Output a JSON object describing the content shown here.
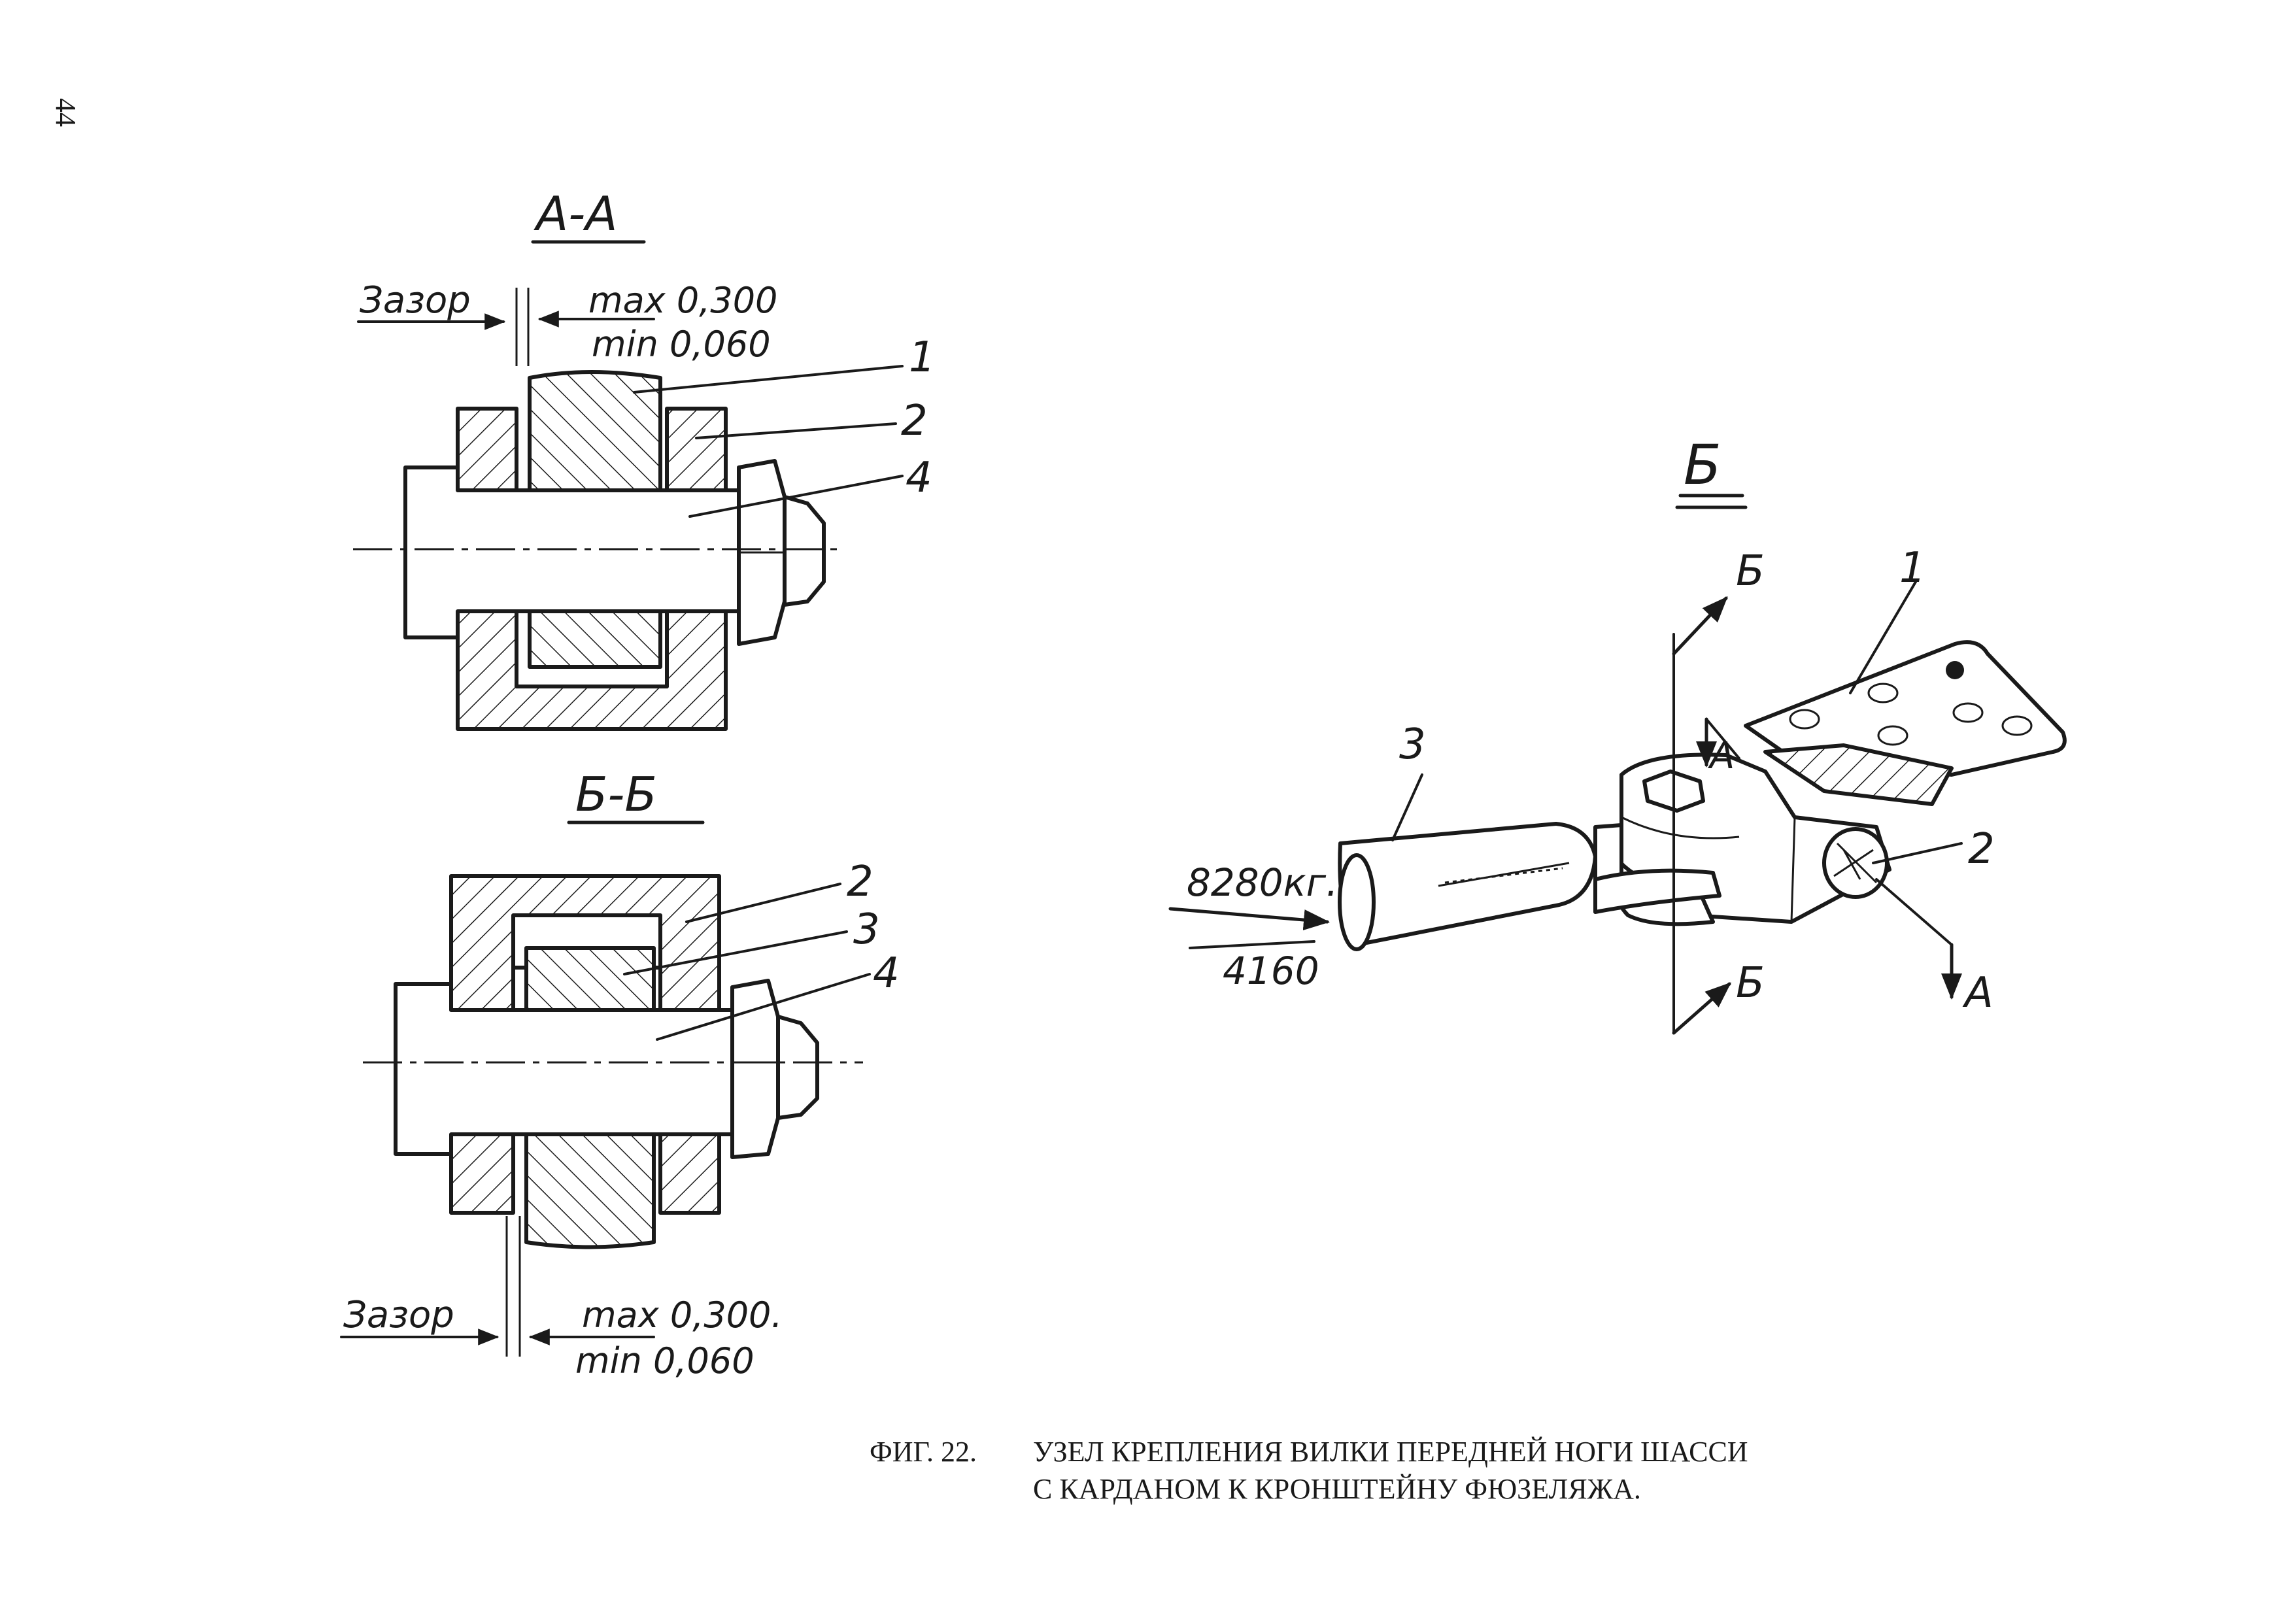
{
  "page_number": "44",
  "section_aa": {
    "title": "А-А",
    "gap_label": "Зазор",
    "gap_max": "max 0,300",
    "gap_min": "min 0,060",
    "callouts": [
      "1",
      "2",
      "4"
    ]
  },
  "section_bb": {
    "title": "Б-Б",
    "gap_label": "Зазор",
    "gap_max": "max 0,300.",
    "gap_min": "min 0,060",
    "callouts": [
      "2",
      "3",
      "4"
    ]
  },
  "view_b": {
    "title": "Б",
    "callouts": [
      "1",
      "2",
      "3"
    ],
    "section_marks": {
      "b_top": "Б",
      "b_bottom": "Б",
      "a_top": "А",
      "a_bottom": "А"
    },
    "load_value": "8280кг.",
    "load_value_2": "4160"
  },
  "caption": {
    "figure_no": "ФИГ.  22.",
    "line1": "УЗЕЛ КРЕПЛЕНИЯ ВИЛКИ ПЕРЕДНЕЙ НОГИ ШАССИ",
    "line2": "С КАРДАНОМ К КРОНШТЕЙНУ ФЮЗЕЛЯЖА."
  }
}
